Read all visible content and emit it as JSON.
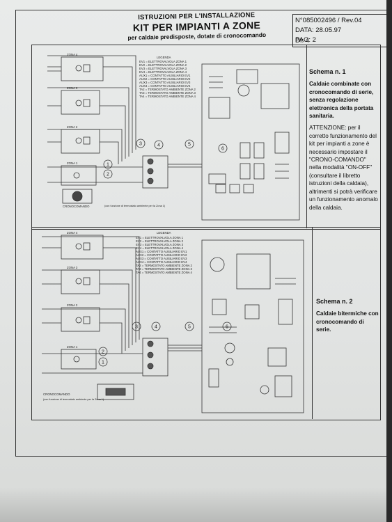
{
  "header": {
    "line1": "ISTRUZIONI PER L'INSTALLAZIONE",
    "line2": "KIT PER IMPIANTI A ZONE",
    "line3": "per caldaie predisposte, dotate di cronocomando"
  },
  "docinfo": {
    "number": "N°085002496 / Rev.04",
    "date": "DATA: 28.05.97",
    "page": "PAG: 2",
    "of": "DI: 4"
  },
  "schema1": {
    "title": "Schema n. 1",
    "desc": "Caldaie combinate con cronocomando di serie, senza regolazione elettronica della portata sanitaria.",
    "note": "ATTENZIONE: per il corretto funzionamento del kit per impianti a zone è necessario impostare il \"CRONO-COMANDO\" nella modalità \"ON-OFF\" (consultare il libretto istruzioni della caldaia), altrimenti si potrà verificare un funzionamento anomalo della caldaia."
  },
  "schema2": {
    "title": "Schema n. 2",
    "desc": "Caldaie bitermiche con cronocomando di serie."
  },
  "diagram": {
    "zones": [
      "ZONA 4",
      "ZONA 3",
      "ZONA 2",
      "ZONA 1"
    ],
    "legend_title": "LEGENDA",
    "legend": [
      "EV1  = ELETTROVALVOLA ZONA 1",
      "EV2  = ELETTROVALVOLA ZONA 2",
      "EV3  = ELETTROVALVOLA ZONA 3",
      "EV4  = ELETTROVALVOLA ZONA 4",
      "AUX1 = CONTATTO AUSILIARIO EV1",
      "AUX2 = CONTATTO AUSILIARIO EV2",
      "AUX3 = CONTATTO AUSILIARIO EV3",
      "AUX4 = CONTATTO AUSILIARIO EV4",
      "TA2  = TERMOSTATO AMBIENTE ZONA 2",
      "TA3  = TERMOSTATO AMBIENTE ZONA 3",
      "TA4  = TERMOSTATO AMBIENTE ZONA 4"
    ],
    "callouts": [
      "1",
      "2",
      "3",
      "4",
      "5",
      "6"
    ],
    "crono_label": "CRONOCOMANDO",
    "crono_note": "(con funzione di termostato ambiente per la Zona 1)"
  }
}
